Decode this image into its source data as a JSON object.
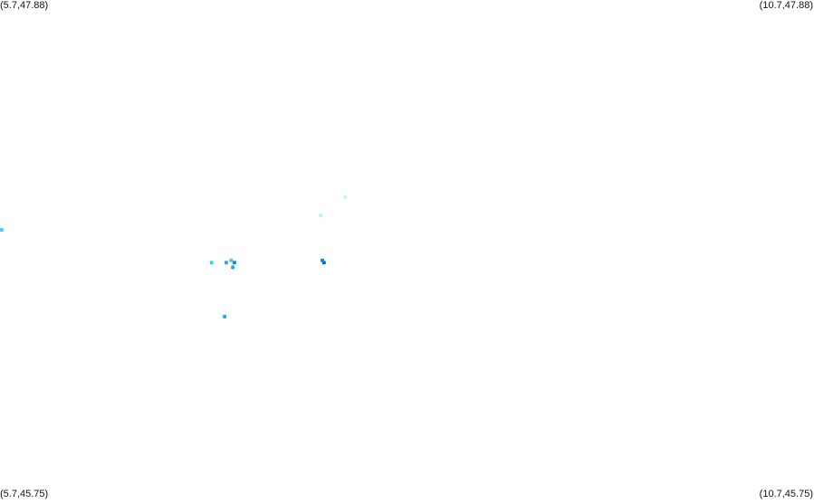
{
  "map": {
    "corner_labels": {
      "top_left": "(5.7,47.88)",
      "top_right": "(10.7,47.88)",
      "bottom_left": "(5.7,45.75)",
      "bottom_right": "(10.7,45.75)"
    },
    "extent": {
      "lon_min": 5.7,
      "lon_max": 10.7,
      "lat_min": 45.75,
      "lat_max": 47.88
    },
    "colors": {
      "pale_cyan": "#c8f3fb",
      "light_cyan": "#bff0fa",
      "cyan": "#4fc7f2",
      "sky_blue": "#2aa7ea",
      "mid_blue": "#1b86d6",
      "deep_blue": "#1569c2"
    },
    "points": [
      {
        "lon": 5.71,
        "lat": 46.9,
        "color": "cyan"
      },
      {
        "lon": 7.82,
        "lat": 47.04,
        "color": "pale_cyan"
      },
      {
        "lon": 7.67,
        "lat": 46.96,
        "color": "light_cyan"
      },
      {
        "lon": 7.09,
        "lat": 46.76,
        "color": "sky_blue"
      },
      {
        "lon": 7.12,
        "lat": 46.77,
        "color": "cyan"
      },
      {
        "lon": 7.14,
        "lat": 46.76,
        "color": "mid_blue"
      },
      {
        "lon": 7.13,
        "lat": 46.74,
        "color": "sky_blue"
      },
      {
        "lon": 7.0,
        "lat": 46.76,
        "color": "cyan"
      },
      {
        "lon": 7.69,
        "lat": 46.76,
        "color": "deep_blue"
      },
      {
        "lon": 7.68,
        "lat": 46.77,
        "color": "mid_blue"
      },
      {
        "lon": 7.08,
        "lat": 46.53,
        "color": "sky_blue"
      }
    ]
  }
}
